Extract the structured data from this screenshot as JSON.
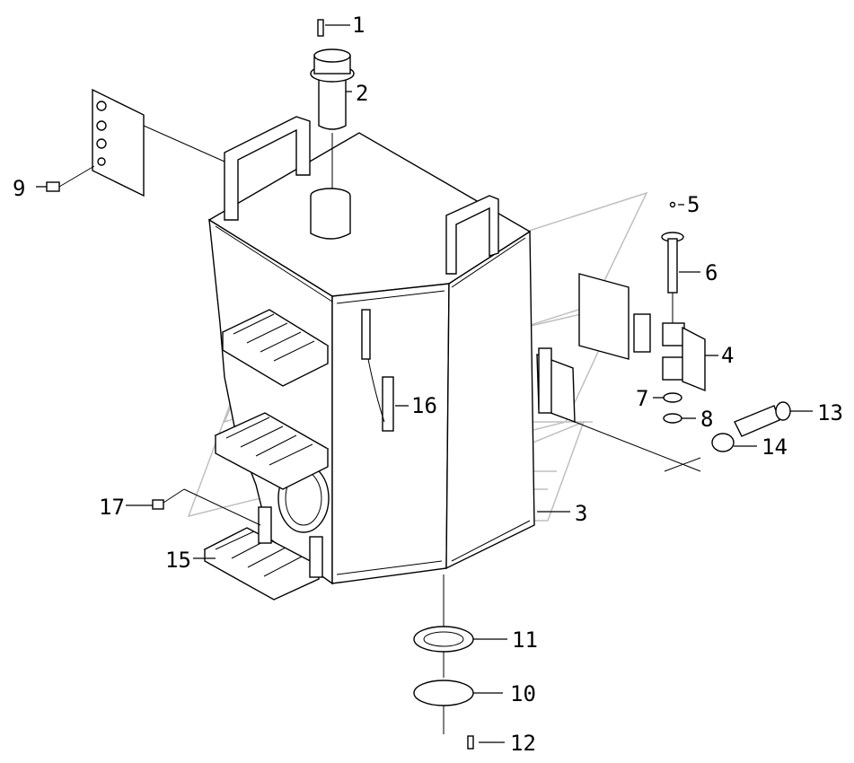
{
  "diagram": {
    "callouts": [
      {
        "id": "1",
        "label": "1",
        "part": "bolt"
      },
      {
        "id": "2",
        "label": "2",
        "part": "filler-cap-and-strainer"
      },
      {
        "id": "3",
        "label": "3",
        "part": "tank-body"
      },
      {
        "id": "4",
        "label": "4",
        "part": "hinge-bracket"
      },
      {
        "id": "5",
        "label": "5",
        "part": "cotter-pin"
      },
      {
        "id": "6",
        "label": "6",
        "part": "hinge-pin"
      },
      {
        "id": "7",
        "label": "7",
        "part": "washer"
      },
      {
        "id": "8",
        "label": "8",
        "part": "washer"
      },
      {
        "id": "9",
        "label": "9",
        "part": "bolt"
      },
      {
        "id": "10",
        "label": "10",
        "part": "cover-plate"
      },
      {
        "id": "11",
        "label": "11",
        "part": "gasket"
      },
      {
        "id": "12",
        "label": "12",
        "part": "bolt"
      },
      {
        "id": "13",
        "label": "13",
        "part": "pin"
      },
      {
        "id": "14",
        "label": "14",
        "part": "ring"
      },
      {
        "id": "15",
        "label": "15",
        "part": "step-assembly"
      },
      {
        "id": "16",
        "label": "16",
        "part": "handle"
      },
      {
        "id": "17",
        "label": "17",
        "part": "bolt"
      }
    ],
    "stroke_color": "#000000",
    "background_color": "#ffffff",
    "watermark_color": "#bfbfbf"
  }
}
